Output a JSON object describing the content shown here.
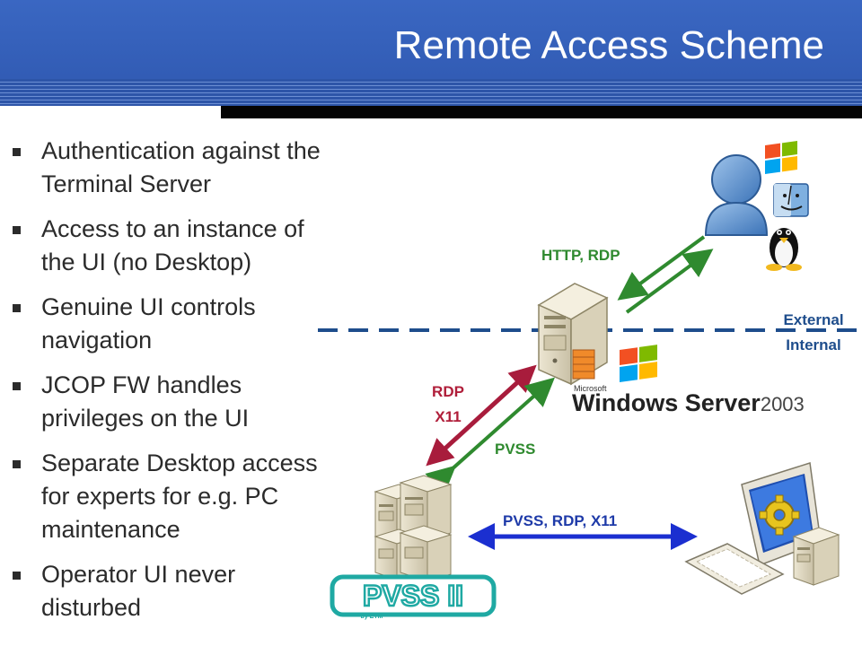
{
  "slide": {
    "title": "Remote Access Scheme",
    "bullets": [
      "Authentication against the Terminal Server",
      "Access to an instance of the UI (no Desktop)",
      "Genuine UI controls navigation",
      "JCOP FW handles privileges on the UI",
      "Separate Desktop access for experts for e.g. PC maintenance",
      "Operator UI never disturbed"
    ]
  },
  "diagram": {
    "labels": {
      "http_rdp": "HTTP, RDP",
      "rdp": "RDP",
      "x11": "X11",
      "pvss": "PVSS",
      "pvss_rdp_x11": "PVSS, RDP, X11",
      "external": "External",
      "internal": "Internal"
    },
    "windows_server_logo": {
      "maker": "Microsoft",
      "name": "Windows Server",
      "year": "2003"
    },
    "pvss_logo": {
      "name": "PVSS II",
      "sub": "by ETM"
    },
    "colors": {
      "green": "#2f8a2f",
      "red": "#a81c3c",
      "blue": "#1b2fd0",
      "dash": "#1e4d8c",
      "header": "#3366cc"
    },
    "icons": [
      "user-icon",
      "windows-icon",
      "mac-finder-icon",
      "linux-tux-icon",
      "terminal-server-icon",
      "pvss-server-cluster-icon",
      "operator-workstation-icon"
    ]
  }
}
